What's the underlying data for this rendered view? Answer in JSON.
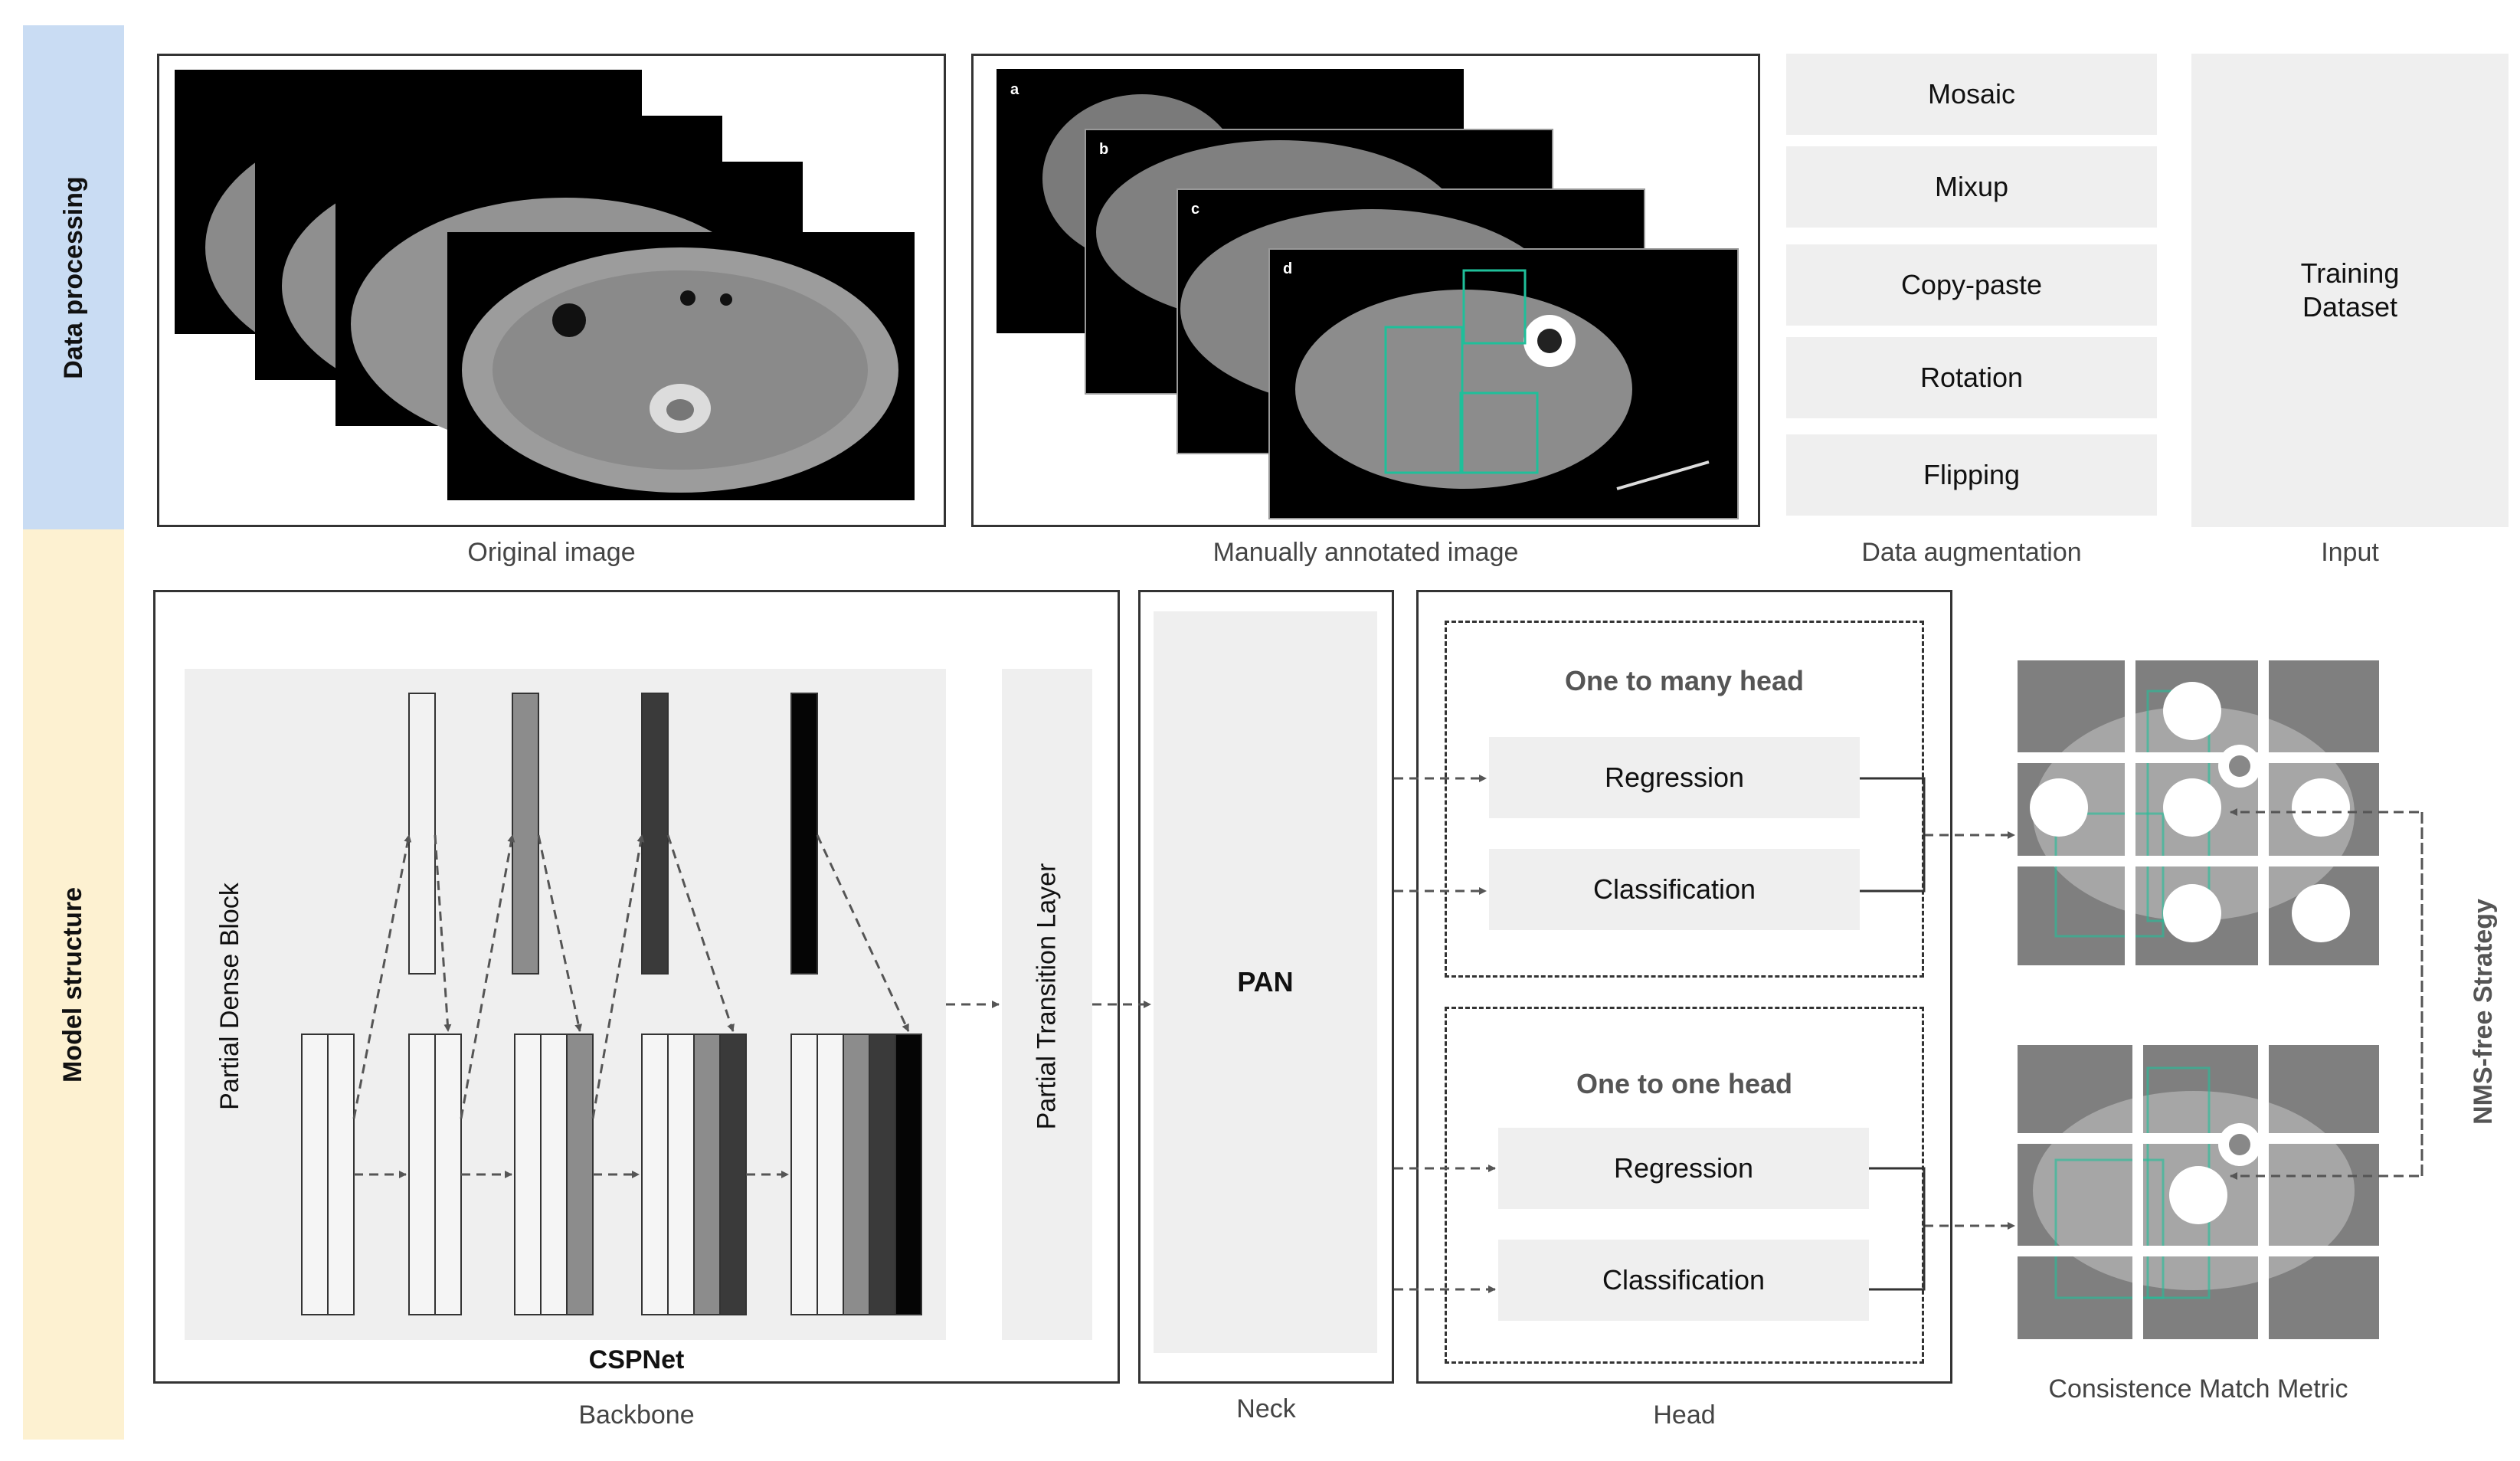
{
  "sections": {
    "data_processing": "Data processing",
    "model_structure": "Model structure"
  },
  "data_processing": {
    "original_image_caption": "Original image",
    "annotated_image_caption": "Manually annotated image",
    "annotated_panel_letters": [
      "a",
      "b",
      "c",
      "d"
    ],
    "augmentation_items": [
      "Mosaic",
      "Mixup",
      "Copy-paste",
      "Rotation",
      "Flipping"
    ],
    "augmentation_caption": "Data augmentation",
    "input_box_label": "Training\nDataset",
    "input_caption": "Input"
  },
  "model": {
    "backbone": {
      "dense_block_label": "Partial Dense Block",
      "transition_label": "Partial Transition Layer",
      "cspnet_label": "CSPNet",
      "caption": "Backbone"
    },
    "neck": {
      "pan_label": "PAN",
      "caption": "Neck"
    },
    "head": {
      "one_to_many_title": "One to many head",
      "one_to_one_title": "One to one head",
      "regression_label": "Regression",
      "classification_label": "Classification",
      "caption": "Head"
    },
    "metric_caption": "Consistence Match Metric",
    "nms_label": "NMS-free Strategy"
  },
  "colors": {
    "data_processing_bar": "#c9dcf3",
    "model_structure_bar": "#fdf1d1",
    "panel_grey": "#efefef",
    "annotation_box": "#1fbf9a",
    "arrow": "#555555"
  }
}
